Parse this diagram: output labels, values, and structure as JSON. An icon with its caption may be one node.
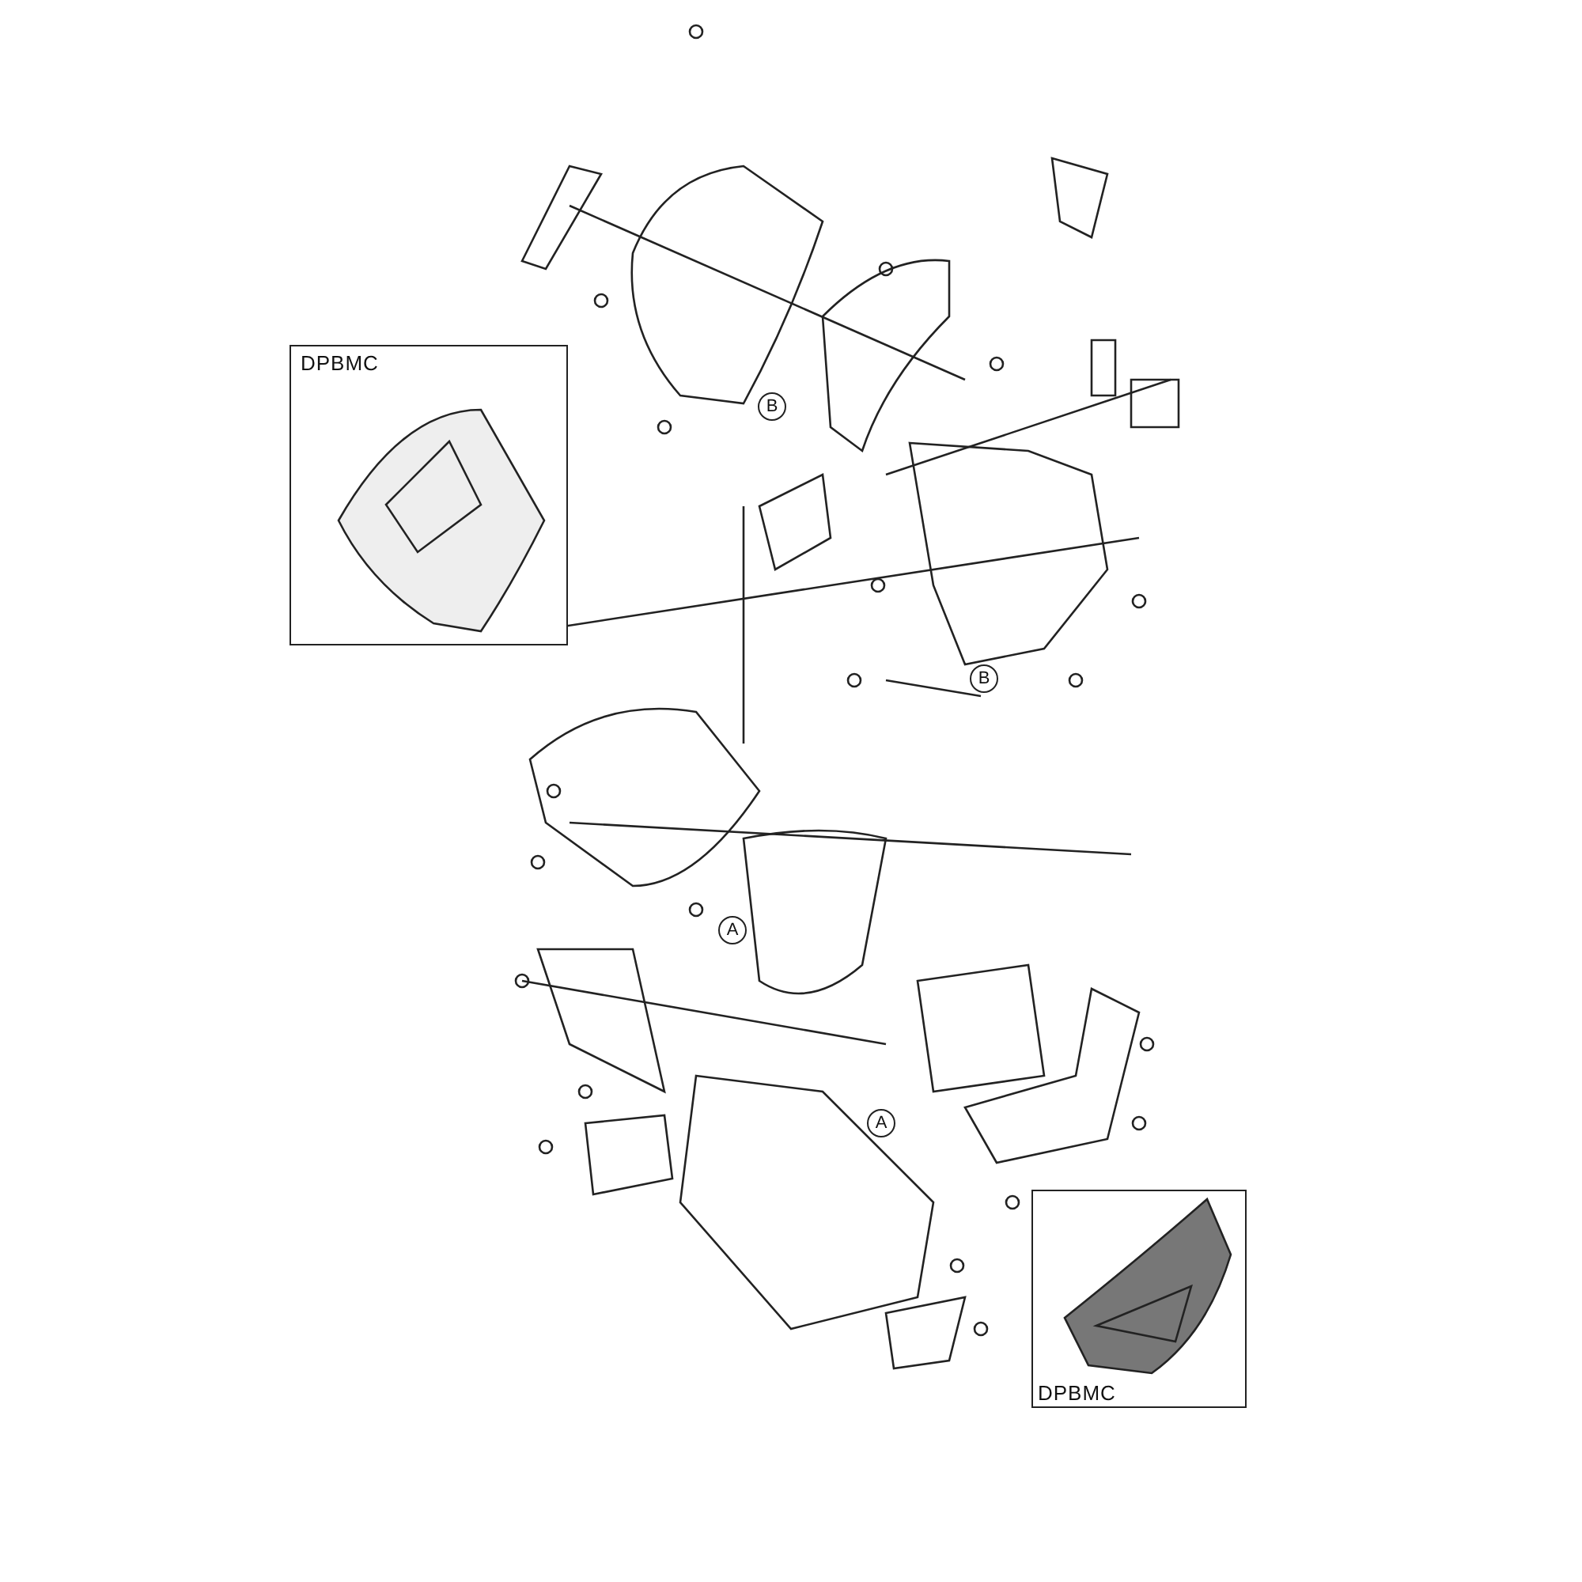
{
  "diagram": {
    "nodes": [
      {
        "text": [
          "DPBMC"
        ]
      },
      {
        "text": [
          "DPBMC"
        ]
      }
    ],
    "labels": [
      "B",
      "B",
      "A",
      "A"
    ]
  }
}
